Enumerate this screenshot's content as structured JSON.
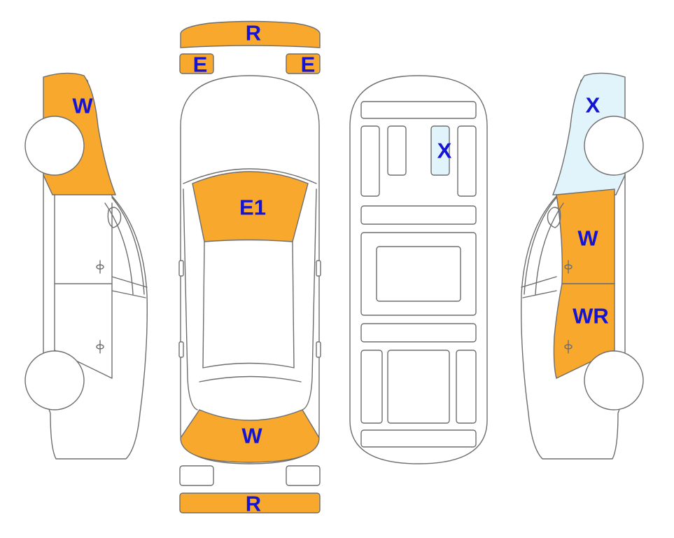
{
  "colors": {
    "damage_fill": "#f8a82c",
    "light_fill": "#e2f4fb",
    "label_color": "#1414d2",
    "outline": "#6e6e6e",
    "background": "#ffffff"
  },
  "labels": {
    "front_bumper": "R",
    "front_left_lamp": "E",
    "front_right_lamp": "E",
    "hood": "E1",
    "rear_window": "W",
    "rear_bumper": "R",
    "underbody_left_rail": "X",
    "left_front_fender": "W",
    "right_front_fender": "X",
    "right_front_door": "W",
    "right_rear_door": "WR"
  }
}
